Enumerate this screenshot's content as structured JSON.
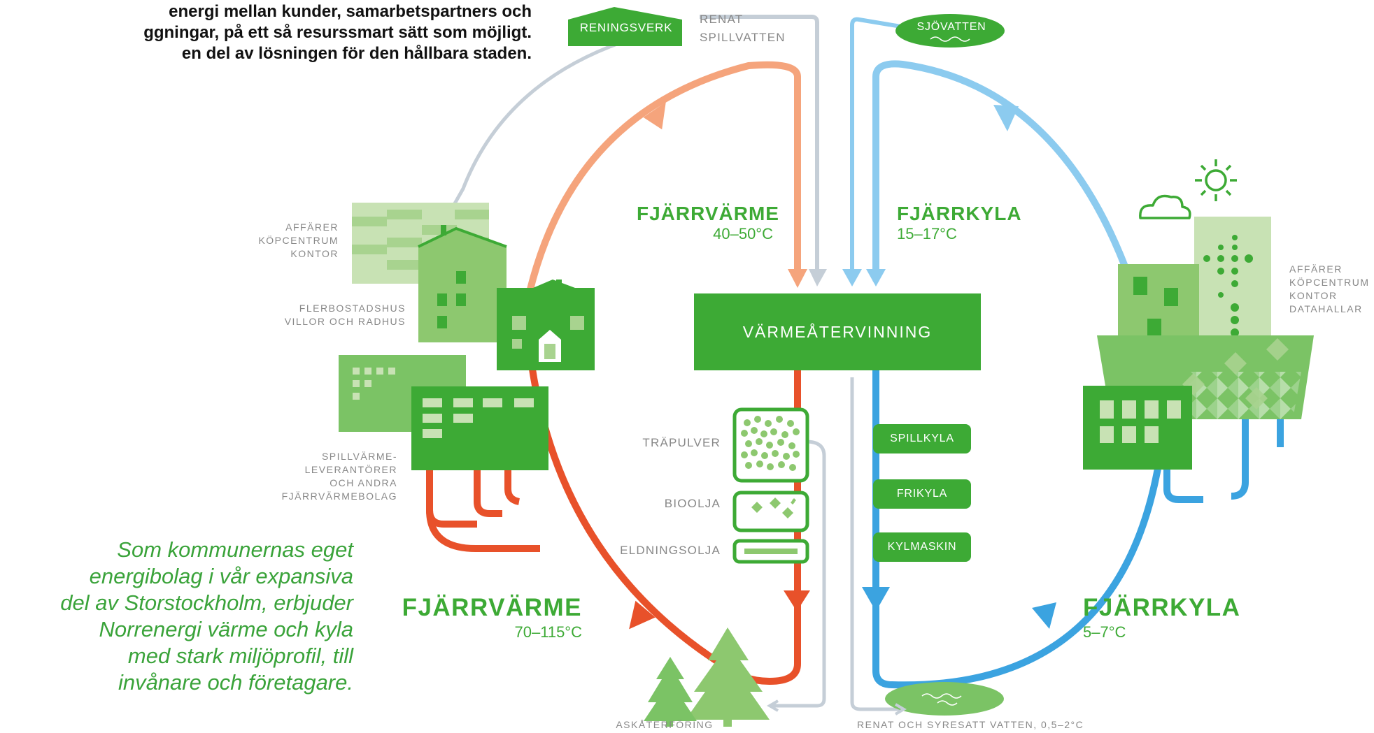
{
  "intro": {
    "line1": "energi mellan kunder, samarbetspartners och",
    "line2": "ggningar, på ett så resurssmart sätt som möjligt.",
    "line3": "en del av lösningen för den hållbara staden."
  },
  "quote": {
    "line1": "Som kommunernas eget",
    "line2": "energibolag i vår expansiva",
    "line3": "del av Storstockholm, erbjuder",
    "line4": "Norrenergi värme och kyla",
    "line5": "med stark miljöprofil, till",
    "line6": "invånare och företagare."
  },
  "top": {
    "reningsverk": "RENINGSVERK",
    "renat1": "RENAT",
    "renat2": "SPILLVATTEN",
    "sjovatten": "SJÖVATTEN"
  },
  "center": {
    "heat_title": "FJÄRRVÄRME",
    "heat_temp": "40–50°C",
    "cool_title": "FJÄRRKYLA",
    "cool_temp": "15–17°C",
    "recovery": "VÄRMEÅTERVINNING"
  },
  "fuels": {
    "trapulver": "TRÄPULVER",
    "bioolja": "BIOOLJA",
    "eldningsolja": "ELDNINGSOLJA"
  },
  "cooling": {
    "spillkyla": "SPILLKYLA",
    "frikyla": "FRIKYLA",
    "kylmaskin": "KYLMASKIN"
  },
  "left_labels": {
    "affarer1": "AFFÄRER",
    "affarer2": "KÖPCENTRUM",
    "affarer3": "KONTOR",
    "flerbostad1": "FLERBOSTADSHUS",
    "flerbostad2": "VILLOR OCH RADHUS",
    "spill1": "SPILLVÄRME-",
    "spill2": "LEVERANTÖRER",
    "spill3": "OCH ANDRA",
    "spill4": "FJÄRRVÄRMEBOLAG"
  },
  "right_labels": {
    "r1": "AFFÄRER",
    "r2": "KÖPCENTRUM",
    "r3": "KONTOR",
    "r4": "DATAHALLAR"
  },
  "bottom": {
    "heat_title": "FJÄRRVÄRME",
    "heat_temp": "70–115°C",
    "cool_title": "FJÄRRKYLA",
    "cool_temp": "5–7°C",
    "askaterforing": "ASKÅTERFÖRING",
    "renat_syresatt": "RENAT OCH SYRESATT VATTEN, 0,5–2°C"
  },
  "colors": {
    "green": "#3daa35",
    "green_mid": "#7bc365",
    "green_light": "#a8d38f",
    "green_pale": "#c8e2b4",
    "hot_red": "#e8512a",
    "warm_orange": "#f5a47c",
    "cool_blue": "#3ba3e0",
    "light_blue": "#8ccbef",
    "gray_line": "#c5ced7"
  }
}
